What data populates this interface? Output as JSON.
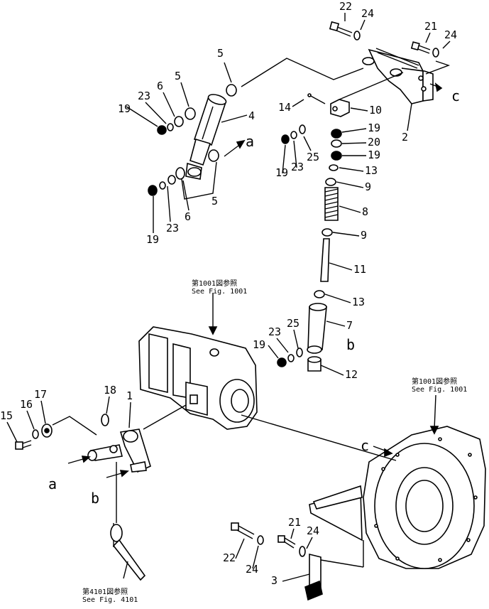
{
  "diagram": {
    "labels": [
      {
        "id": "p22a",
        "text": "22"
      },
      {
        "id": "p24a",
        "text": "24"
      },
      {
        "id": "p21a",
        "text": "21"
      },
      {
        "id": "p24b",
        "text": "24"
      },
      {
        "id": "pc1",
        "text": "c"
      },
      {
        "id": "p2",
        "text": "2"
      },
      {
        "id": "p5a",
        "text": "5"
      },
      {
        "id": "p5b",
        "text": "5"
      },
      {
        "id": "p6a",
        "text": "6"
      },
      {
        "id": "p23a",
        "text": "23"
      },
      {
        "id": "p19a",
        "text": "19"
      },
      {
        "id": "p4",
        "text": "4"
      },
      {
        "id": "pa1",
        "text": "a"
      },
      {
        "id": "p5c",
        "text": "5"
      },
      {
        "id": "p19b",
        "text": "19"
      },
      {
        "id": "p23b",
        "text": "23"
      },
      {
        "id": "p6b",
        "text": "6"
      },
      {
        "id": "p14",
        "text": "14"
      },
      {
        "id": "p10",
        "text": "10"
      },
      {
        "id": "p19c",
        "text": "19"
      },
      {
        "id": "p20",
        "text": "20"
      },
      {
        "id": "p19d",
        "text": "19"
      },
      {
        "id": "p13a",
        "text": "13"
      },
      {
        "id": "p9a",
        "text": "9"
      },
      {
        "id": "p8",
        "text": "8"
      },
      {
        "id": "p9b",
        "text": "9"
      },
      {
        "id": "p11",
        "text": "11"
      },
      {
        "id": "p13b",
        "text": "13"
      },
      {
        "id": "p7",
        "text": "7"
      },
      {
        "id": "pb1",
        "text": "b"
      },
      {
        "id": "p12",
        "text": "12"
      },
      {
        "id": "p19e",
        "text": "19"
      },
      {
        "id": "p23c",
        "text": "23"
      },
      {
        "id": "p25a",
        "text": "25"
      },
      {
        "id": "p19f",
        "text": "19"
      },
      {
        "id": "p23d",
        "text": "23"
      },
      {
        "id": "p25b",
        "text": "25"
      },
      {
        "id": "p18",
        "text": "18"
      },
      {
        "id": "p1",
        "text": "1"
      },
      {
        "id": "p17",
        "text": "17"
      },
      {
        "id": "p16",
        "text": "16"
      },
      {
        "id": "p15",
        "text": "15"
      },
      {
        "id": "pa2",
        "text": "a"
      },
      {
        "id": "pb2",
        "text": "b"
      },
      {
        "id": "pc2",
        "text": "c"
      },
      {
        "id": "p21b",
        "text": "21"
      },
      {
        "id": "p24c",
        "text": "24"
      },
      {
        "id": "p22b",
        "text": "22"
      },
      {
        "id": "p24d",
        "text": "24"
      },
      {
        "id": "p3",
        "text": "3"
      }
    ],
    "references": [
      {
        "id": "ref1001a",
        "line1": "第1001図参照",
        "line2": "See Fig. 1001"
      },
      {
        "id": "ref1001b",
        "line1": "第1001図参照",
        "line2": "See Fig. 1001"
      },
      {
        "id": "ref4101",
        "line1": "第4101図参照",
        "line2": "See Fig. 4101"
      }
    ]
  }
}
